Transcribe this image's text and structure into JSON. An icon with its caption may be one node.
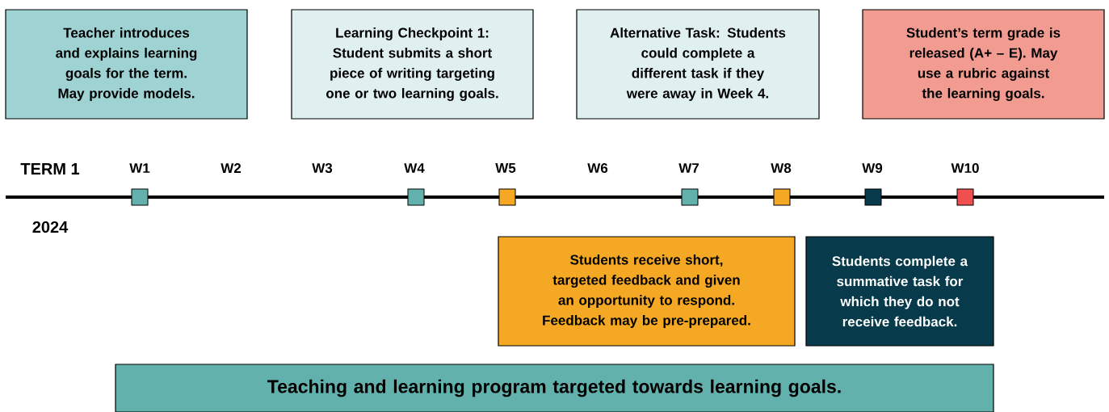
{
  "diagram": {
    "nodes": [
      {
        "text": [
          "Teacher introduces and explains learning goals for the term. May provide models."
        ]
      },
      {
        "text": [
          "Learning Checkpoint 1: Student submits a short piece of writing targeting one or two learning goals."
        ]
      },
      {
        "text": [
          "Alternative Task: Students could complete a different task if they were away in Week 4."
        ]
      },
      {
        "text": [
          "Student’s term grade is released (A+ – E). May use a rubric against the learning goals."
        ]
      },
      {
        "text": [
          "Students receive short, targeted feedback and given an opportunity to respond. Feedback may be pre-prepared."
        ]
      },
      {
        "text": [
          "Students complete a summative task for which they do not receive feedback."
        ]
      },
      {
        "text": [
          "Teaching and learning program targeted towards learning goals."
        ]
      }
    ],
    "labels": [
      "TERM 1",
      "W1",
      "W2",
      "W3",
      "W4",
      "W5",
      "W6",
      "W7",
      "W8",
      "W9",
      "W10",
      "2024"
    ]
  }
}
